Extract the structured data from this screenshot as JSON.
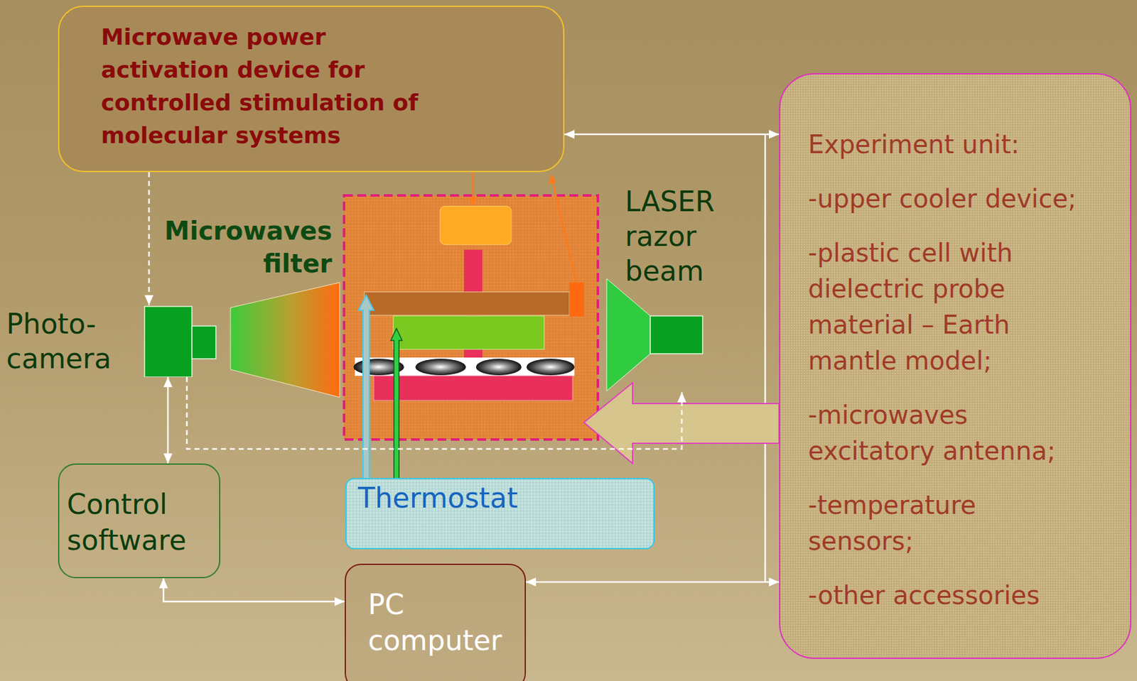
{
  "diagram": {
    "nodes": [
      {
        "text": [
          "Microwave power activation device for controlled stimulation of molecular systems"
        ]
      },
      {
        "text": [
          "Experiment unit:",
          "-upper cooler device;",
          "-plastic cell with dielectric probe material – Earth mantle model;",
          "-microwaves excitatory antenna;",
          "-temperature sensors;",
          "-other accessories"
        ]
      },
      {
        "text": [
          "Photo- camera"
        ]
      },
      {
        "text": [
          "LASER razor beam"
        ]
      },
      {
        "text": [
          "Control software"
        ]
      },
      {
        "text": [
          "Thermostat"
        ]
      },
      {
        "text": [
          "PC computer"
        ]
      }
    ],
    "edges": [
      {
        "from": 0,
        "to": 2,
        "arrow": "to"
      },
      {
        "from": 0,
        "to": 1,
        "arrow": "both"
      },
      {
        "from": 2,
        "to": 4,
        "arrow": "both"
      },
      {
        "from": 2,
        "to": 3,
        "arrow": "to"
      },
      {
        "from": 4,
        "to": 6,
        "arrow": "both"
      },
      {
        "from": 6,
        "to": 1,
        "arrow": "both"
      }
    ],
    "labels": [
      "Microwaves filter"
    ]
  }
}
